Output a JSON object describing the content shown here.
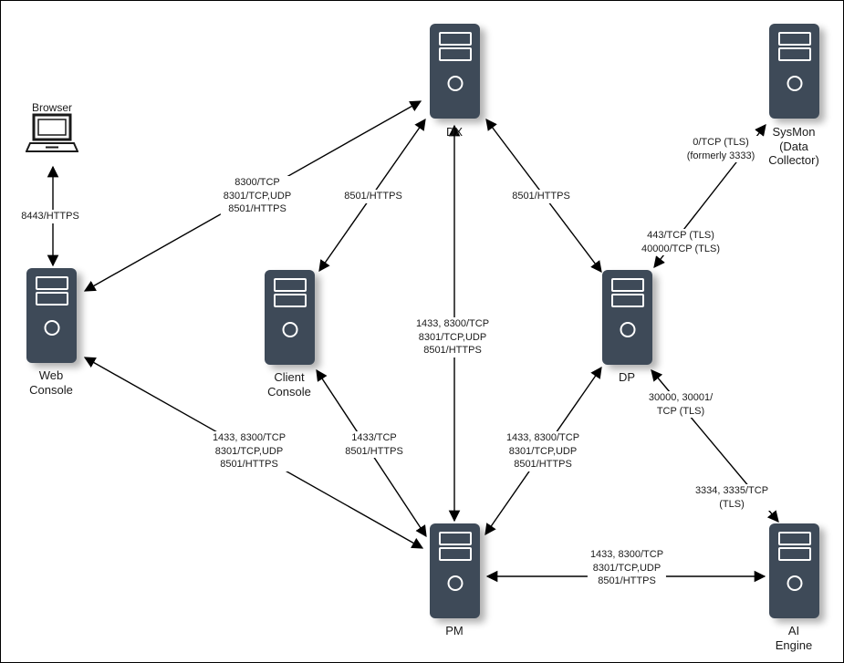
{
  "diagram": {
    "nodes": {
      "browser": {
        "label": "Browser"
      },
      "dx": {
        "label": "DX"
      },
      "sysmon": {
        "label": "SysMon (Data Collector)"
      },
      "web_console": {
        "label": "Web Console"
      },
      "client_console": {
        "label": "Client Console"
      },
      "dp": {
        "label": "DP"
      },
      "pm": {
        "label": "PM"
      },
      "ai_engine": {
        "label": "AI Engine"
      }
    },
    "edges": {
      "browser_web": {
        "label": "8443/HTTPS"
      },
      "web_dx": {
        "label": "8300/TCP\n8301/TCP,UDP\n8501/HTTPS"
      },
      "client_dx": {
        "label": "8501/HTTPS"
      },
      "dp_dx": {
        "label": "8501/HTTPS"
      },
      "sysmon_dp_upper": {
        "label": "0/TCP (TLS)\n(formerly 3333)"
      },
      "sysmon_dp_lower": {
        "label": "443/TCP (TLS)\n40000/TCP (TLS)"
      },
      "pm_dx": {
        "label": "1433, 8300/TCP\n8301/TCP,UDP\n8501/HTTPS"
      },
      "web_pm": {
        "label": "1433, 8300/TCP\n8301/TCP,UDP\n8501/HTTPS"
      },
      "client_pm": {
        "label": "1433/TCP\n8501/HTTPS"
      },
      "dp_pm": {
        "label": "1433, 8300/TCP\n8301/TCP,UDP\n8501/HTTPS"
      },
      "dp_ai_upper": {
        "label": "30000, 30001/\nTCP (TLS)"
      },
      "dp_ai_lower": {
        "label": "3334, 3335/TCP\n(TLS)"
      },
      "pm_ai": {
        "label": "1433, 8300/TCP\n8301/TCP,UDP\n8501/HTTPS"
      }
    },
    "colors": {
      "server_body": "#3E4A58",
      "line": "#000000",
      "text": "#1A1A1A"
    }
  }
}
